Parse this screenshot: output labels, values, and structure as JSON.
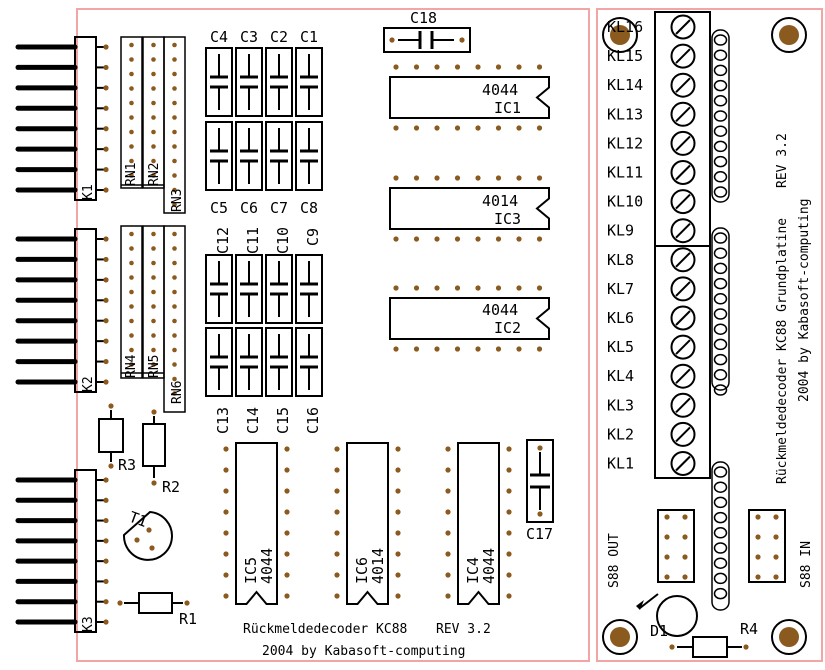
{
  "colors": {
    "board_outline": "#f2a5a5",
    "pad": "#8b5a1e",
    "ink": "#000000"
  },
  "connectors": {
    "left": [
      "K1",
      "K2",
      "K3"
    ]
  },
  "resistor_networks": [
    "RN1",
    "RN2",
    "RN3",
    "RN4",
    "RN5",
    "RN6"
  ],
  "capacitors": {
    "row1_top": [
      "C4",
      "C3",
      "C2",
      "C1"
    ],
    "row1_bottom": [
      "C5",
      "C6",
      "C7",
      "C8"
    ],
    "row2_top": [
      "C12",
      "C11",
      "C10",
      "C9"
    ],
    "row2_bottom": [
      "C13",
      "C14",
      "C15",
      "C16"
    ],
    "c17": "C17",
    "c18": "C18"
  },
  "ics_horizontal": [
    {
      "type": "4044",
      "name": "IC1"
    },
    {
      "type": "4014",
      "name": "IC3"
    },
    {
      "type": "4044",
      "name": "IC2"
    }
  ],
  "ics_vertical": [
    {
      "name": "IC5",
      "type": "4044"
    },
    {
      "name": "IC6",
      "type": "4014"
    },
    {
      "name": "IC4",
      "type": "4044"
    }
  ],
  "resistors": {
    "r1": "R1",
    "r2": "R2",
    "r3": "R3",
    "r4": "R4"
  },
  "transistor": "T1",
  "diode": "D1",
  "terminals": [
    "KL16",
    "KL15",
    "KL14",
    "KL13",
    "KL12",
    "KL11",
    "KL10",
    "KL9",
    "KL8",
    "KL7",
    "KL6",
    "KL5",
    "KL4",
    "KL3",
    "KL2",
    "KL1"
  ],
  "s88": {
    "out": "S88 OUT",
    "in": "S88 IN"
  },
  "footer": {
    "line1": "Rückmeldedecoder KC88",
    "rev": "REV 3.2",
    "line2": "2004 by Kabasoft-computing"
  },
  "right_vertical": {
    "rev": "REV 3.2",
    "title": "Rückmeldedecoder KC88 Grundplatine",
    "copyright": "2004 by Kabasoft-computing"
  }
}
